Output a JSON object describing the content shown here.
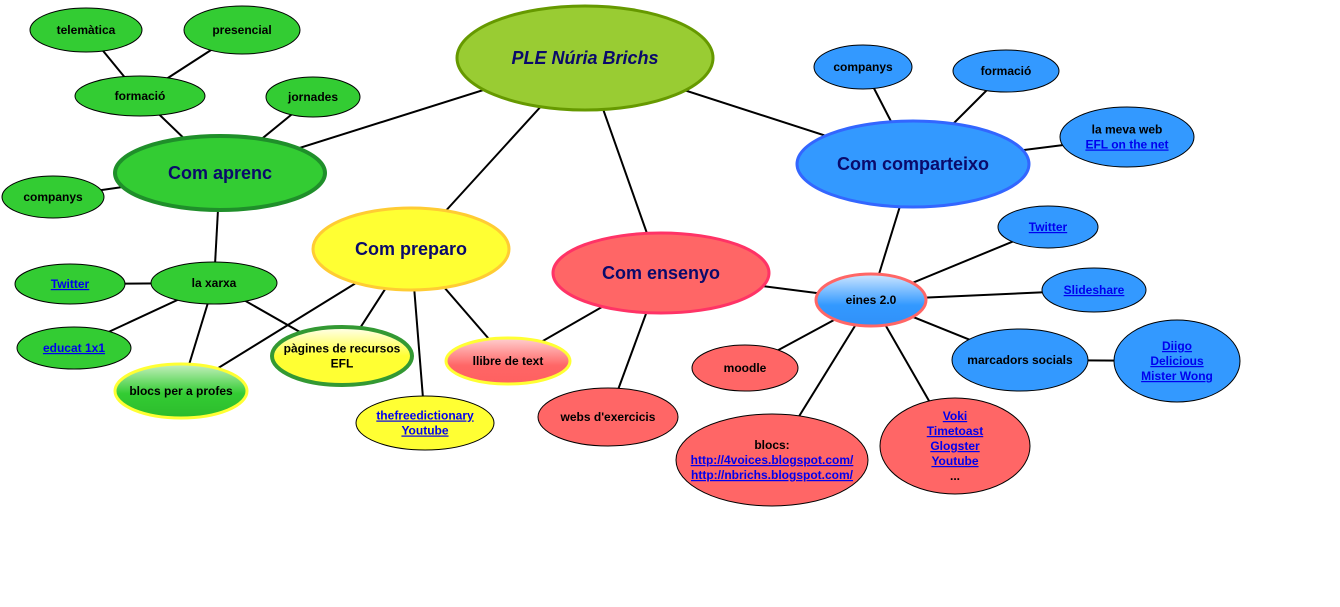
{
  "title": "PLE Núria Brichs",
  "nodes": {
    "root": {
      "lines": [
        "PLE Núria Brichs"
      ]
    },
    "aprenc": {
      "lines": [
        "Com aprenc"
      ]
    },
    "formacio_g": {
      "lines": [
        "formació"
      ]
    },
    "telematica": {
      "lines": [
        "telemàtica"
      ]
    },
    "presencial": {
      "lines": [
        "presencial"
      ]
    },
    "jornades": {
      "lines": [
        "jornades"
      ]
    },
    "companys_g": {
      "lines": [
        "companys"
      ]
    },
    "xarxa": {
      "lines": [
        "la xarxa"
      ]
    },
    "twitter_g": {
      "lines": [
        "Twitter"
      ],
      "links": [
        0
      ]
    },
    "educat": {
      "lines": [
        "educat 1x1"
      ],
      "links": [
        0
      ]
    },
    "blocs_profes": {
      "lines": [
        "blocs per a profes"
      ]
    },
    "preparo": {
      "lines": [
        "Com preparo"
      ]
    },
    "pagines": {
      "lines": [
        "pàgines de recursos",
        "EFL"
      ]
    },
    "freedict": {
      "lines": [
        "thefreedictionary",
        "Youtube"
      ],
      "links": [
        0,
        1
      ]
    },
    "llibre": {
      "lines": [
        "llibre de text"
      ]
    },
    "ensenyo": {
      "lines": [
        "Com ensenyo"
      ]
    },
    "webs": {
      "lines": [
        "webs d'exercicis"
      ]
    },
    "moodle": {
      "lines": [
        "moodle"
      ]
    },
    "blocs": {
      "lines": [
        "blocs:",
        "http://4voices.blogspot.com/",
        "http://nbrichs.blogspot.com/"
      ],
      "links": [
        1,
        2
      ]
    },
    "voki": {
      "lines": [
        "Voki",
        "Timetoast",
        "Glogster",
        "Youtube",
        "..."
      ],
      "links": [
        0,
        1,
        2,
        3
      ]
    },
    "eines": {
      "lines": [
        "eines 2.0"
      ]
    },
    "comparteixo": {
      "lines": [
        "Com comparteixo"
      ]
    },
    "companys_b": {
      "lines": [
        "companys"
      ]
    },
    "formacio_b": {
      "lines": [
        "formació"
      ]
    },
    "meva_web": {
      "lines": [
        "la meva web",
        "EFL on the net"
      ],
      "links": [
        1
      ]
    },
    "twitter_b": {
      "lines": [
        "Twitter"
      ],
      "links": [
        0
      ]
    },
    "slideshare": {
      "lines": [
        "Slideshare"
      ],
      "links": [
        0
      ]
    },
    "marcadors": {
      "lines": [
        "marcadors socials"
      ]
    },
    "diigo": {
      "lines": [
        "Diigo",
        "Delicious",
        "Mister Wong"
      ],
      "links": [
        0,
        1,
        2
      ]
    }
  },
  "edges": [
    [
      "root",
      "aprenc"
    ],
    [
      "root",
      "preparo"
    ],
    [
      "root",
      "ensenyo"
    ],
    [
      "root",
      "comparteixo"
    ],
    [
      "aprenc",
      "formacio_g"
    ],
    [
      "formacio_g",
      "telematica"
    ],
    [
      "formacio_g",
      "presencial"
    ],
    [
      "aprenc",
      "jornades"
    ],
    [
      "aprenc",
      "companys_g"
    ],
    [
      "aprenc",
      "xarxa"
    ],
    [
      "xarxa",
      "twitter_g"
    ],
    [
      "xarxa",
      "educat"
    ],
    [
      "xarxa",
      "blocs_profes"
    ],
    [
      "xarxa",
      "pagines"
    ],
    [
      "preparo",
      "blocs_profes"
    ],
    [
      "preparo",
      "pagines"
    ],
    [
      "preparo",
      "freedict"
    ],
    [
      "preparo",
      "llibre"
    ],
    [
      "ensenyo",
      "llibre"
    ],
    [
      "ensenyo",
      "webs"
    ],
    [
      "ensenyo",
      "eines"
    ],
    [
      "eines",
      "moodle"
    ],
    [
      "eines",
      "blocs"
    ],
    [
      "eines",
      "voki"
    ],
    [
      "eines",
      "twitter_b"
    ],
    [
      "eines",
      "slideshare"
    ],
    [
      "eines",
      "marcadors"
    ],
    [
      "comparteixo",
      "eines"
    ],
    [
      "comparteixo",
      "companys_b"
    ],
    [
      "comparteixo",
      "formacio_b"
    ],
    [
      "comparteixo",
      "meva_web"
    ],
    [
      "marcadors",
      "diigo"
    ]
  ],
  "colors": {
    "green": "#33cc33",
    "green_dark": "#1f8f2a",
    "olive": "#99cc33",
    "yellow": "#ffff33",
    "orange_border": "#ffcc33",
    "red": "#ff6666",
    "red_border": "#ff3366",
    "blue": "#3399ff",
    "blue_border": "#3366ff",
    "link": "#0000ee",
    "title_text": "#0a0a6b"
  }
}
